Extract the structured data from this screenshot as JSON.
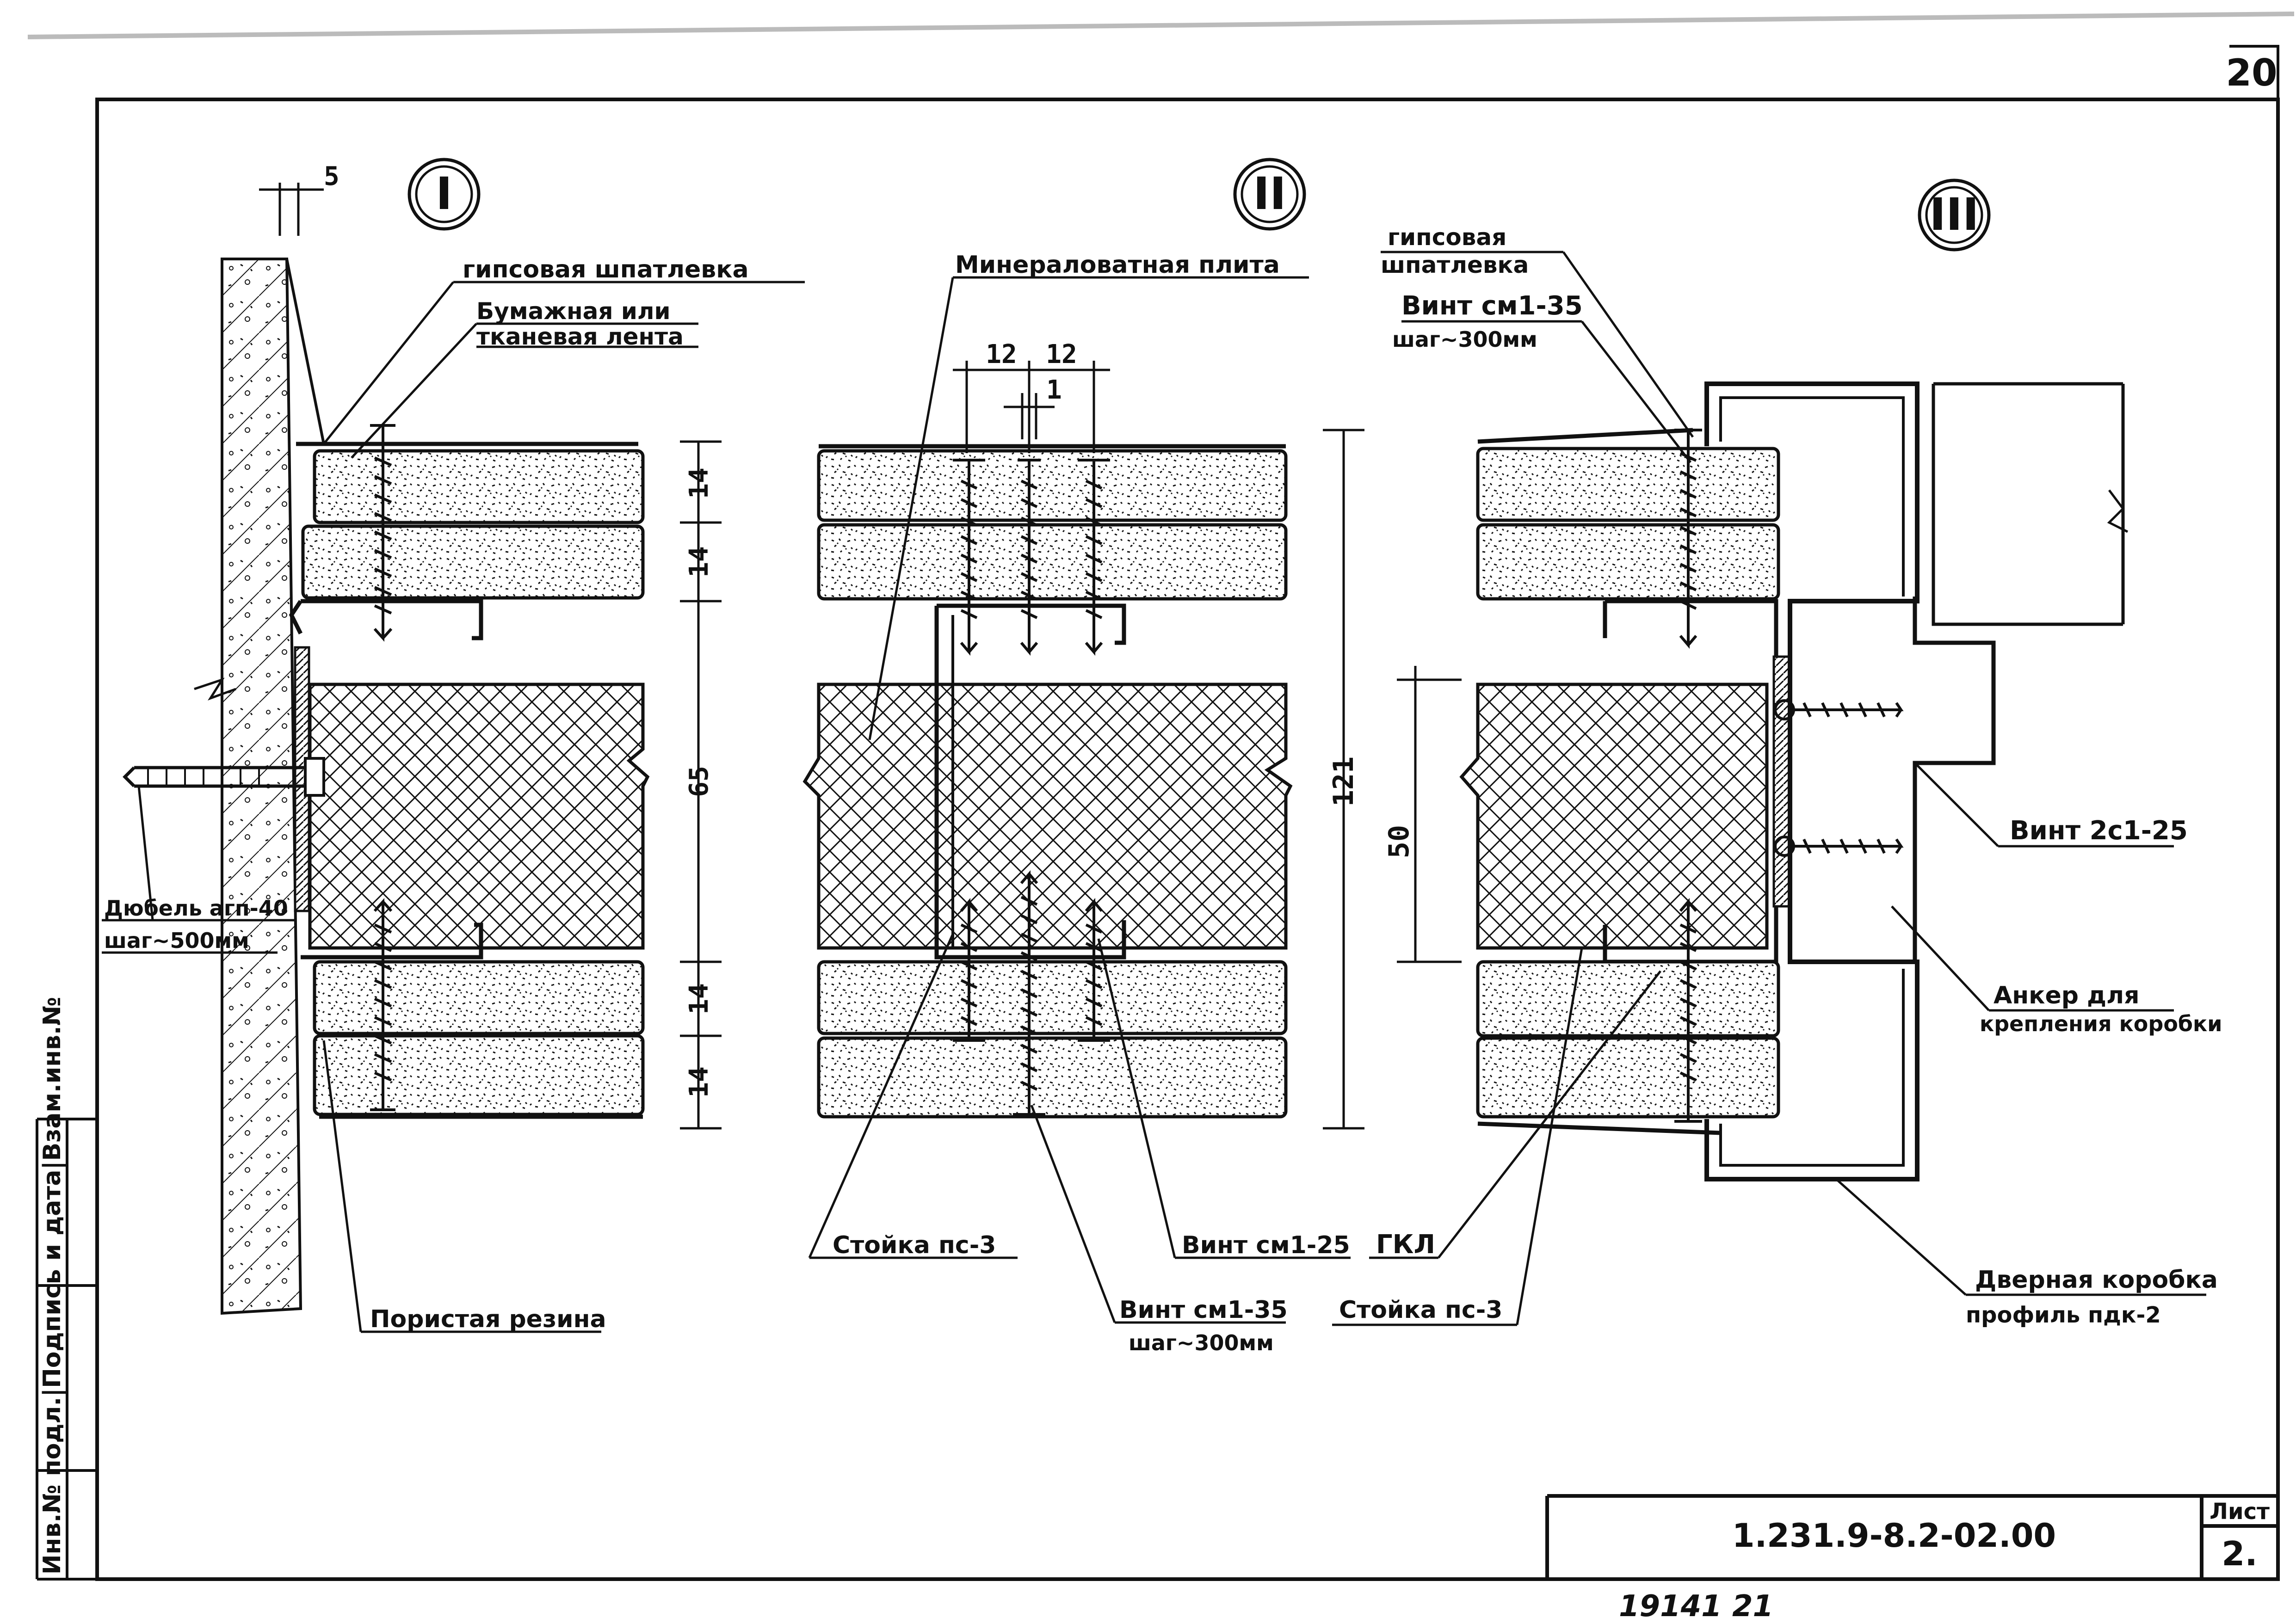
{
  "sheet": {
    "corner_page_number": "20",
    "drawing_code": "1.231.9-8.2-02.00",
    "list_label": "Лист",
    "list_number": "2.",
    "bottom_handwritten": "19141  21",
    "side_stamp": "Инв.№ подл.|Подпись и дата|Взам.инв.№"
  },
  "sections": [
    {
      "id": "I",
      "label": "I"
    },
    {
      "id": "II",
      "label": "II"
    },
    {
      "id": "III",
      "label": "III"
    }
  ],
  "labels": {
    "gypsum_putty": "гипсовая шпатлевка",
    "paper_tape_1": "Бумажная или",
    "paper_tape_2": "тканевая лента",
    "dowel_1": "Дюбель агп-40",
    "dowel_2": "шаг~500мм",
    "porous_rubber": "Пористая резина",
    "mineral_wool": "Минераловатная плита",
    "stud_ps3_a": "Стойка пс-3",
    "screw_cm125": "Винт см1-25",
    "screw_cm135_b1": "Винт см1-35",
    "screw_cm135_b2": "шаг~300мм",
    "gypsum_putty3_1": "гипсовая",
    "gypsum_putty3_2": "шпатлевка",
    "screw_cm135_a1": "Винт см1-35",
    "screw_cm135_a2": "шаг~300мм",
    "screw_2c125": "Винт 2с1-25",
    "anchor_1": "Анкер для",
    "anchor_2": "крепления коробки",
    "door_frame_1": "Дверная коробка",
    "door_frame_2": "профиль пдк-2",
    "gkl": "ГКЛ",
    "stud_ps3_b": "Стойка пс-3"
  },
  "dimensions": {
    "gap5": "5",
    "s1_14a": "14",
    "s1_14b": "14",
    "s1_65": "65",
    "s1_14c": "14",
    "s1_14d": "14",
    "s2_12a": "12",
    "s2_12b": "12",
    "s2_1": "1",
    "s2_121": "121",
    "s3_50": "50"
  }
}
